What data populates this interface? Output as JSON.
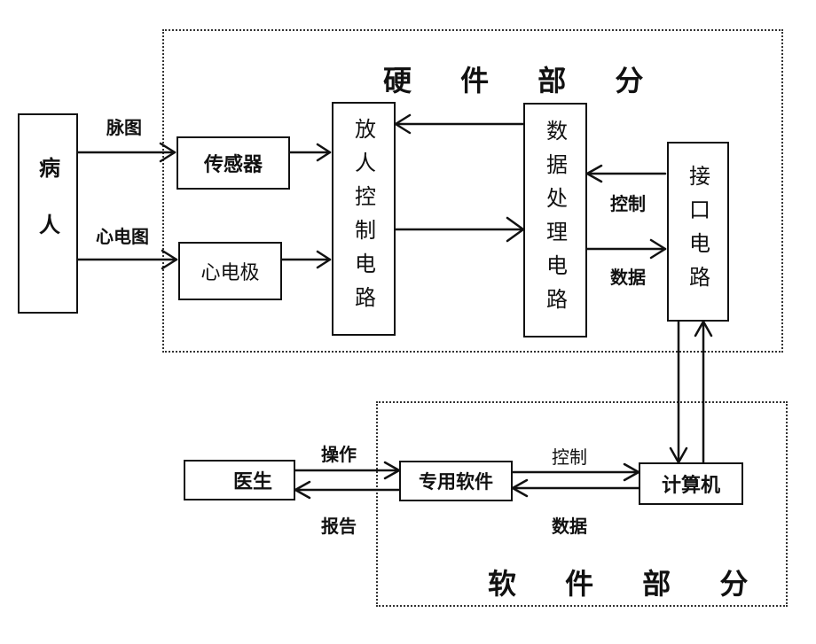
{
  "regions": {
    "hardware_title": "硬 件 部 分",
    "software_title": "软 件 部 分"
  },
  "nodes": {
    "patient": "病人",
    "sensor": "传感器",
    "ecg_electrode": "心电极",
    "amp_control": "放人控制电路",
    "data_processing": "数据处理电路",
    "interface": "接口电路",
    "computer": "计算机",
    "software": "专用软件",
    "doctor": "医生"
  },
  "edges": {
    "pulse": "脉图",
    "ecg": "心电图",
    "hw_control": "控制",
    "hw_data": "数据",
    "sw_control": "控制",
    "sw_data": "数据",
    "operate": "操作",
    "report": "报告"
  }
}
